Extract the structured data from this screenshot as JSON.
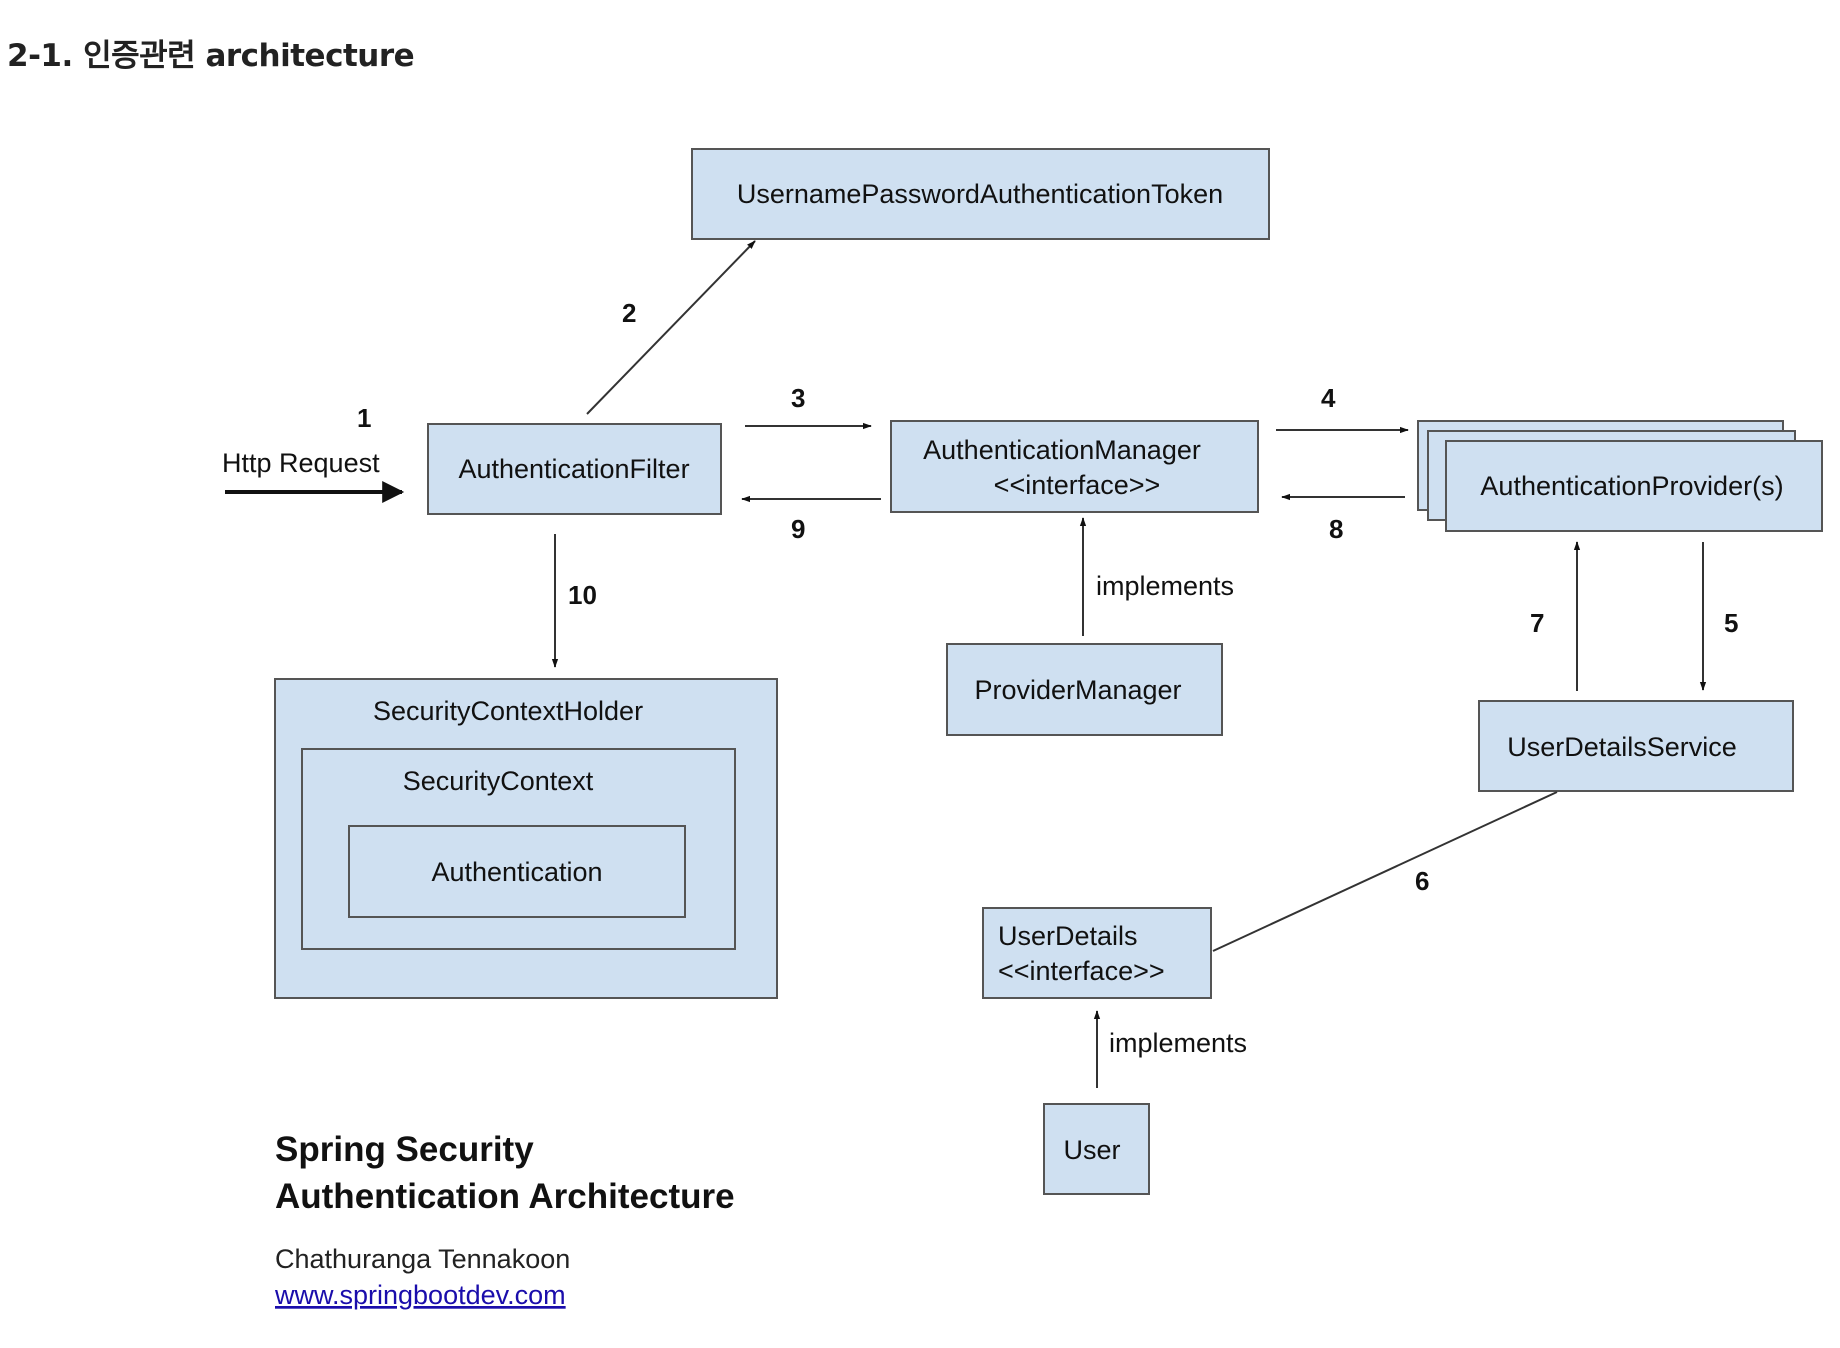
{
  "page": {
    "heading": "2-1. 인증관련 architecture"
  },
  "diagram": {
    "boxes": {
      "token": "UsernamePasswordAuthenticationToken",
      "filter": "AuthenticationFilter",
      "manager_line1": "AuthenticationManager",
      "manager_line2": "<<interface>>",
      "provider": "AuthenticationProvider(s)",
      "provider_manager": "ProviderManager",
      "user_details_service": "UserDetailsService",
      "user_details_line1": "UserDetails",
      "user_details_line2": "<<interface>>",
      "user": "User",
      "security_context_holder": "SecurityContextHolder",
      "security_context": "SecurityContext",
      "authentication": "Authentication"
    },
    "labels": {
      "http_request": "Http Request",
      "implements_manager": "implements",
      "implements_user": "implements"
    },
    "steps": [
      "1",
      "2",
      "3",
      "4",
      "5",
      "6",
      "7",
      "8",
      "9",
      "10"
    ],
    "title_line1": "Spring Security",
    "title_line2": "Authentication Architecture",
    "author": "Chathuranga Tennakoon",
    "link": "www.springbootdev.com"
  }
}
